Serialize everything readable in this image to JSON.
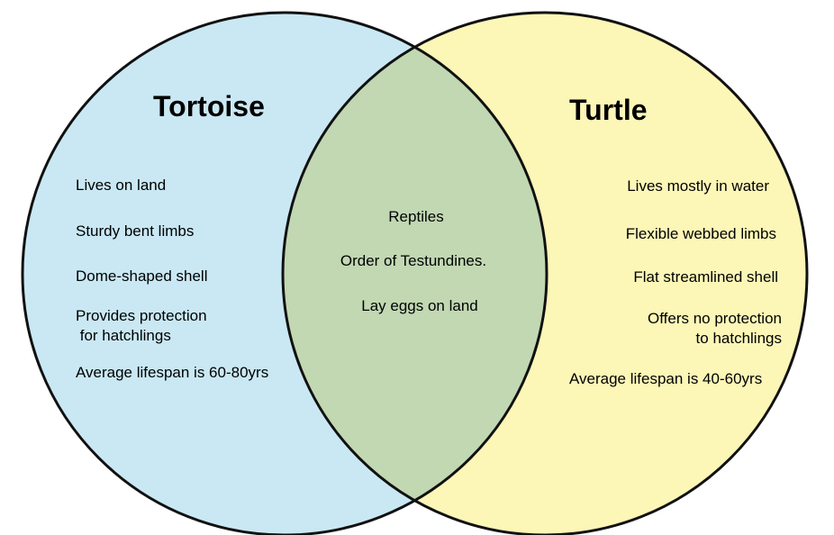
{
  "colors": {
    "left_fill": "#c9e8f3",
    "right_fill": "#fcf6b7",
    "overlap_fill": "#c1d8b3",
    "outline": "#111111"
  },
  "left": {
    "title": "Tortoise",
    "items": [
      "Lives on land",
      "Sturdy bent limbs",
      "Dome-shaped shell",
      "Provides protection\n for hatchlings",
      "Average lifespan is 60-80yrs"
    ]
  },
  "right": {
    "title": "Turtle",
    "items": [
      "Lives mostly in water",
      "Flexible webbed limbs",
      "Flat streamlined shell",
      "Offers no protection\nto hatchlings",
      "Average lifespan is 40-60yrs"
    ]
  },
  "common": {
    "items": [
      "Reptiles",
      "Order of Testundines.",
      "Lay eggs on land"
    ]
  }
}
